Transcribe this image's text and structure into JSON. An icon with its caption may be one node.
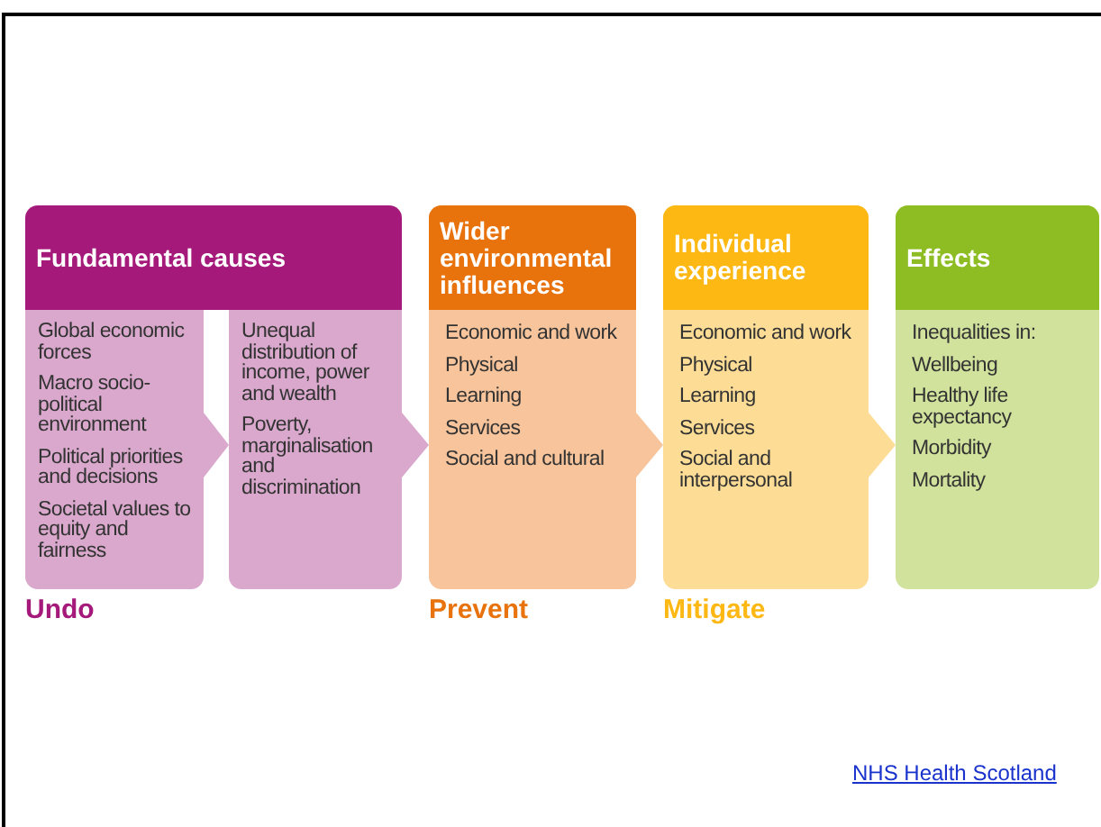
{
  "diagram": {
    "nodes": [
      {
        "text": [
          "Fundamental causes"
        ]
      },
      {
        "text": [
          "Global economic forces",
          "Macro socio-political environment",
          "Political priorities and decisions",
          "Societal values to equity and fairness"
        ],
        "beside": [
          "Undo"
        ]
      },
      {
        "text": [
          "Unequal distribution of income, power and wealth",
          "Poverty, marginalisation and discrimination"
        ]
      },
      {
        "text": [
          "Wider environmental influences",
          "Economic and work",
          "Physical",
          "Learning",
          "Services",
          "Social and cultural"
        ],
        "beside": [
          "Prevent"
        ]
      },
      {
        "text": [
          "Individual experience",
          "Economic and work",
          "Physical",
          "Learning",
          "Services",
          "Social and interpersonal"
        ],
        "beside": [
          "Mitigate"
        ]
      },
      {
        "text": [
          "Effects",
          "Inequalities in:",
          "Wellbeing",
          "Healthy life expectancy",
          "Morbidity",
          "Mortality"
        ]
      }
    ],
    "edges": [
      {
        "from": 1,
        "to": 2,
        "arrow": "to"
      },
      {
        "from": 2,
        "to": 3,
        "arrow": "to"
      },
      {
        "from": 3,
        "to": 4,
        "arrow": "to"
      },
      {
        "from": 4,
        "to": 5,
        "arrow": "to"
      }
    ],
    "labels": [
      "NHS Health Scotland"
    ]
  }
}
